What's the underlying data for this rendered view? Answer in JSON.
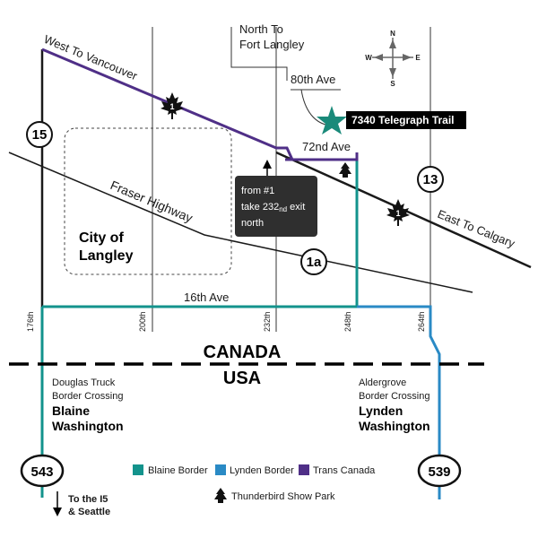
{
  "compass": {
    "n": "N",
    "s": "S",
    "e": "E",
    "w": "W"
  },
  "labels": {
    "west_to_vancouver": "West To Vancouver",
    "east_to_calgary": "East To Calgary",
    "north_to": "North To",
    "fort_langley": "Fort Langley",
    "ave_80th": "80th Ave",
    "ave_72nd": "72nd Ave",
    "fraser_highway": "Fraser Highway",
    "ave_16th": "16th Ave",
    "city_line1": "City of",
    "city_line2": "Langley",
    "canada": "CANADA",
    "usa": "USA"
  },
  "destination": {
    "label": "7340 Telegraph Trail",
    "star_color": "#1a8a7a"
  },
  "callout": {
    "line1": "from #1",
    "line2_pre": "take 232",
    "line2_sub": "nd",
    "line2_post": " exit",
    "line3": "north"
  },
  "streets": {
    "s176": "176th",
    "s200": "200th",
    "s232": "232th",
    "s248": "248th",
    "s264": "264th"
  },
  "shields": {
    "r15": "15",
    "r13": "13",
    "r1a": "1a",
    "r543": "543",
    "r539": "539"
  },
  "crossings": {
    "douglas_line1": "Douglas Truck",
    "douglas_line2": "Border Crossing",
    "blaine_line1": "Blaine",
    "blaine_line2": "Washington",
    "aldergrove_line1": "Aldergrove",
    "aldergrove_line2": "Border Crossing",
    "lynden_line1": "Lynden",
    "lynden_line2": "Washington"
  },
  "to_seattle": {
    "line1": "To the I5",
    "line2": "& Seattle"
  },
  "legend": {
    "blaine_border": "Blaine Border",
    "lynden_border": "Lynden Border",
    "trans_canada": "Trans Canada",
    "show_park": "Thunderbird Show Park"
  },
  "colors": {
    "blaine": "#13938c",
    "lynden": "#2a8ac5",
    "trans_canada": "#4f2f87",
    "road": "#1a1a1a",
    "thin_road": "#333333",
    "callout_bg": "#2f2f2f"
  }
}
